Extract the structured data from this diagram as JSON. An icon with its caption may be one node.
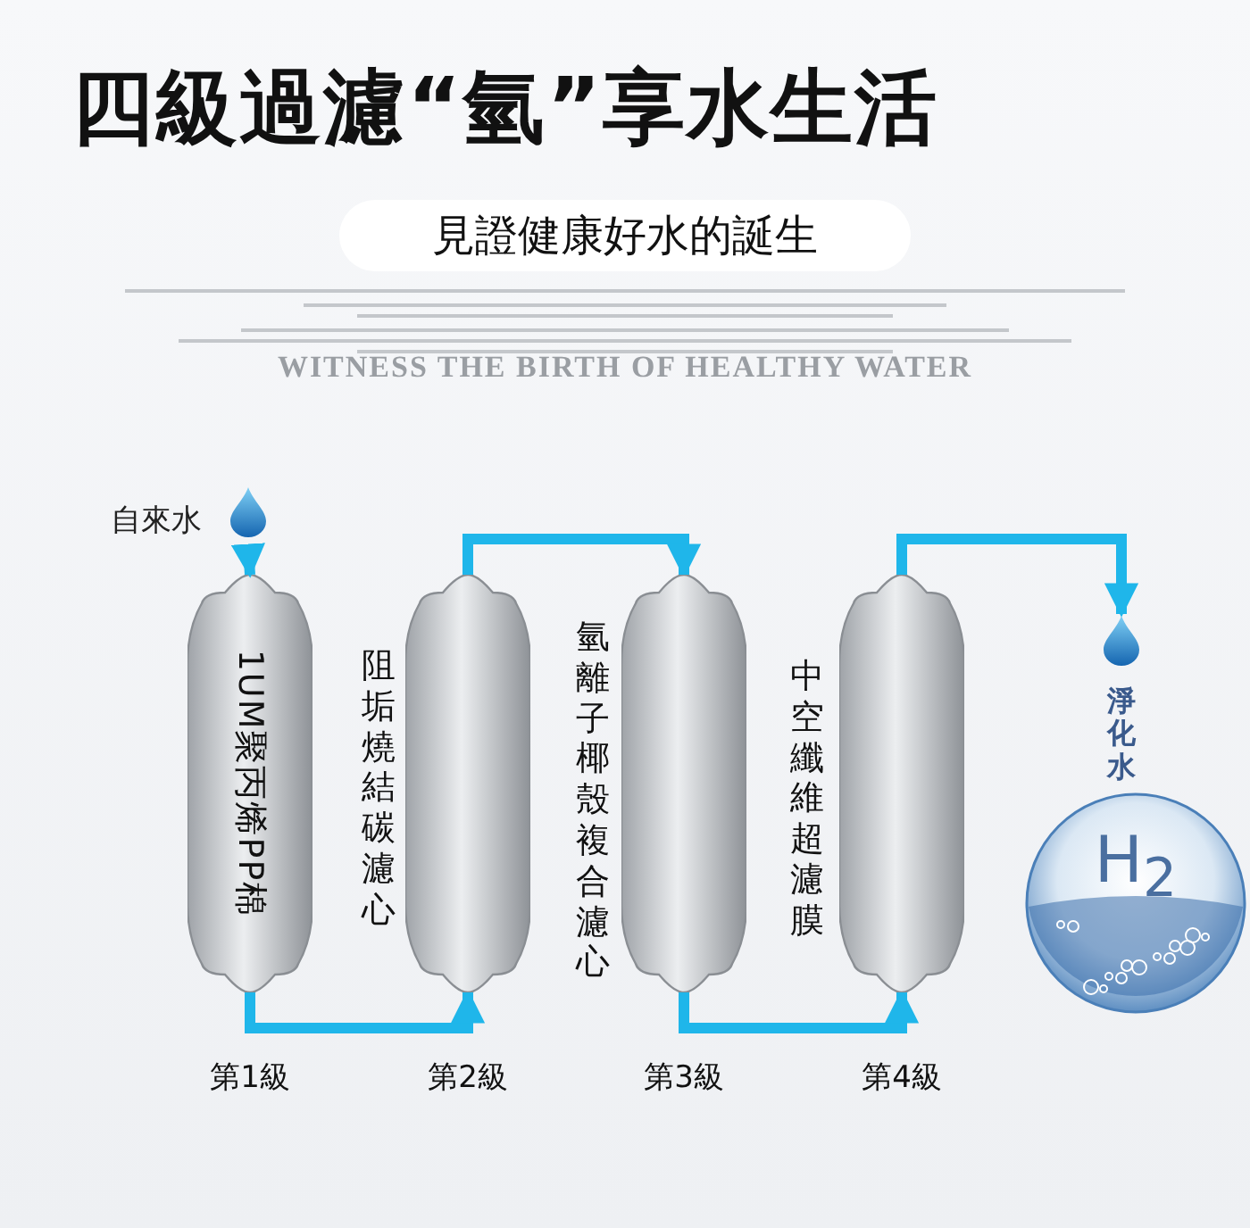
{
  "diagram": {
    "title": "四級過濾“氫”享水生活",
    "nodes": [
      {
        "text": [
          "自來水"
        ]
      },
      {
        "text": [
          "1UM聚丙烯PP棉"
        ],
        "beside": [
          "第1級"
        ]
      },
      {
        "text": [],
        "shape": "cylinder",
        "beside": [
          "阻垢燒結碳濾心",
          "第2級"
        ]
      },
      {
        "text": [],
        "shape": "cylinder",
        "beside": [
          "氫離子椰殼複合濾心",
          "第3級"
        ]
      },
      {
        "text": [],
        "shape": "cylinder",
        "beside": [
          "中空纖維超濾膜",
          "第4級"
        ]
      },
      {
        "text": [
          "淨化水"
        ]
      },
      {
        "text": [
          "H$_{2}$"
        ]
      }
    ],
    "edges": [
      {
        "from": 0,
        "to": 1,
        "arrow": "to"
      },
      {
        "from": 1,
        "to": 2,
        "arrow": "to"
      },
      {
        "from": 2,
        "to": 3,
        "arrow": "to"
      },
      {
        "from": 3,
        "to": 4,
        "arrow": "to"
      },
      {
        "from": 4,
        "to": 5,
        "arrow": "to"
      }
    ],
    "labels": [
      "見證健康好水的誕生",
      "WITNESS THE BIRTH OF HEALTHY WATER"
    ]
  }
}
